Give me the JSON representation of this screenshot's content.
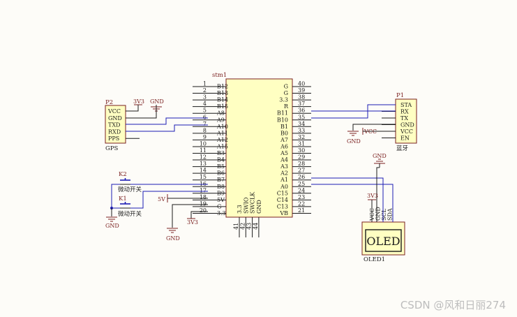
{
  "mcu": {
    "ref": "stm1",
    "left_pins": [
      {
        "num": "1",
        "name": "B12"
      },
      {
        "num": "2",
        "name": "B13"
      },
      {
        "num": "3",
        "name": "B14"
      },
      {
        "num": "4",
        "name": "B15"
      },
      {
        "num": "5",
        "name": "A8"
      },
      {
        "num": "6",
        "name": "A9"
      },
      {
        "num": "7",
        "name": "A10"
      },
      {
        "num": "8",
        "name": "A11"
      },
      {
        "num": "9",
        "name": "A12"
      },
      {
        "num": "10",
        "name": "A15"
      },
      {
        "num": "11",
        "name": "B3"
      },
      {
        "num": "12",
        "name": "B4"
      },
      {
        "num": "13",
        "name": "B5"
      },
      {
        "num": "14",
        "name": "B6"
      },
      {
        "num": "15",
        "name": "B7"
      },
      {
        "num": "16",
        "name": "B8"
      },
      {
        "num": "17",
        "name": "B9"
      },
      {
        "num": "18",
        "name": "5V"
      },
      {
        "num": "19",
        "name": "G"
      },
      {
        "num": "20",
        "name": "3.3"
      }
    ],
    "right_pins": [
      {
        "num": "40",
        "name": "G"
      },
      {
        "num": "39",
        "name": "G"
      },
      {
        "num": "38",
        "name": "3.3"
      },
      {
        "num": "37",
        "name": "R"
      },
      {
        "num": "36",
        "name": "B11"
      },
      {
        "num": "35",
        "name": "B10"
      },
      {
        "num": "34",
        "name": "B1"
      },
      {
        "num": "33",
        "name": "B0"
      },
      {
        "num": "32",
        "name": "A7"
      },
      {
        "num": "31",
        "name": "A6"
      },
      {
        "num": "30",
        "name": "A5"
      },
      {
        "num": "29",
        "name": "A4"
      },
      {
        "num": "28",
        "name": "A3"
      },
      {
        "num": "27",
        "name": "A2"
      },
      {
        "num": "26",
        "name": "A1"
      },
      {
        "num": "25",
        "name": "A0"
      },
      {
        "num": "24",
        "name": "C15"
      },
      {
        "num": "23",
        "name": "C14"
      },
      {
        "num": "22",
        "name": "C13"
      },
      {
        "num": "21",
        "name": "VB"
      }
    ],
    "bottom_pins": [
      {
        "num": "41",
        "name": "3.3"
      },
      {
        "num": "42",
        "name": "SWIO"
      },
      {
        "num": "43",
        "name": "SWCLK"
      },
      {
        "num": "44",
        "name": "GND"
      }
    ]
  },
  "gps": {
    "ref": "P2",
    "name": "GPS",
    "pins": [
      "VCC",
      "GND",
      "TXD",
      "RXD",
      "PPS"
    ]
  },
  "bluetooth": {
    "ref": "P1",
    "name": "蓝牙",
    "pins": [
      "STA",
      "RX",
      "TX",
      "GND",
      "VCC",
      "EN"
    ]
  },
  "oled": {
    "ref": "OLED1",
    "label": "OLED",
    "pins": [
      "VCC",
      "GND",
      "SCL",
      "SDA"
    ]
  },
  "switches": [
    {
      "ref": "K2",
      "label": "微动开关"
    },
    {
      "ref": "K1",
      "label": "微动开关"
    }
  ],
  "power": {
    "gnd": "GND",
    "v3": "3V3",
    "v5": "5V",
    "vcc": "VCC"
  },
  "watermark": "CSDN @风和日丽274",
  "colors": {
    "wire": "#1c1cb4",
    "line": "#1a1a1a",
    "power": "#7a1f1f",
    "part_fill": "#ffffc2",
    "part_stroke": "#7a1f1f",
    "background": "#fdfcf8"
  }
}
